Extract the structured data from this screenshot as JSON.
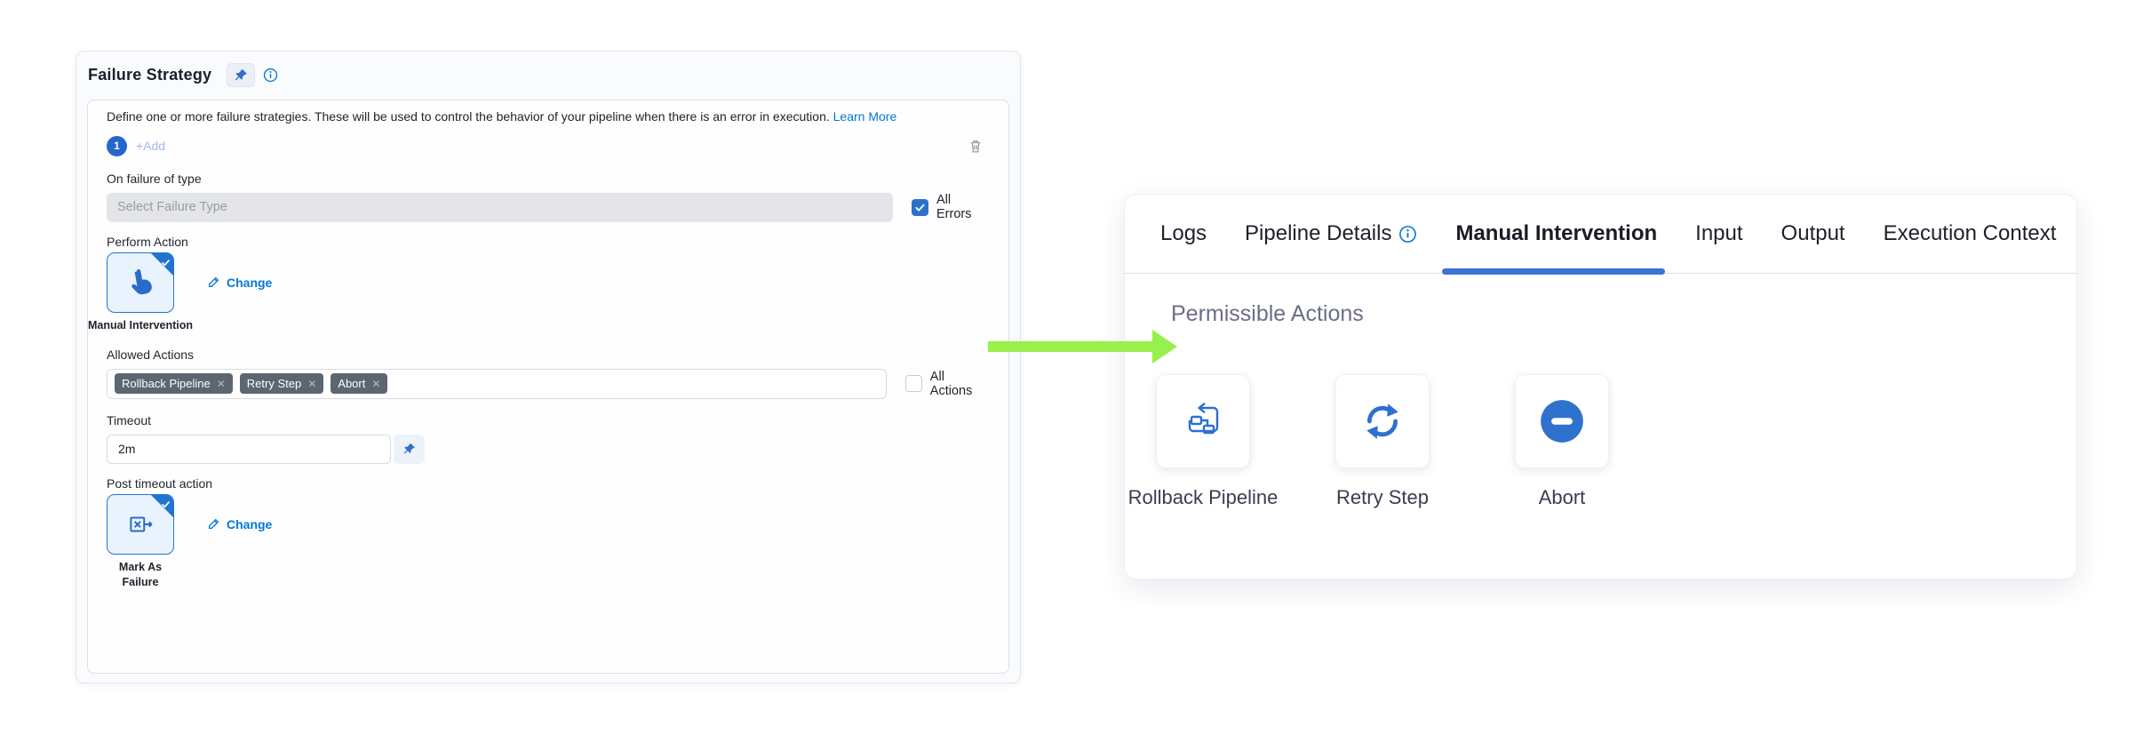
{
  "left_panel": {
    "title": "Failure Strategy",
    "description": "Define one or more failure strategies. These will be used to control the behavior of your pipeline when there is an error in execution.",
    "learn_more_label": "Learn More",
    "strategy_badge": "1",
    "add_label": "+Add",
    "on_failure_label": "On failure of type",
    "failure_type_placeholder": "Select Failure Type",
    "all_errors_label": "All Errors",
    "perform_action_label": "Perform Action",
    "perform_action_value": "Manual Intervention",
    "change_label": "Change",
    "allowed_actions_label": "Allowed Actions",
    "allowed_actions_tags": [
      "Rollback Pipeline",
      "Retry Step",
      "Abort"
    ],
    "tag_remove_glyph": "✕",
    "all_actions_label": "All Actions",
    "timeout_label": "Timeout",
    "timeout_value": "2m",
    "post_timeout_label": "Post timeout action",
    "post_timeout_value": "Mark As Failure"
  },
  "right_panel": {
    "tabs": [
      {
        "label": "Logs",
        "active": false
      },
      {
        "label": "Pipeline Details",
        "active": false,
        "info_icon": true
      },
      {
        "label": "Manual Intervention",
        "active": true
      },
      {
        "label": "Input",
        "active": false
      },
      {
        "label": "Output",
        "active": false
      },
      {
        "label": "Execution Context",
        "active": false
      }
    ],
    "section_title": "Permissible Actions",
    "actions": [
      {
        "label": "Rollback Pipeline",
        "icon": "rollback-pipeline-icon"
      },
      {
        "label": "Retry Step",
        "icon": "retry-step-icon"
      },
      {
        "label": "Abort",
        "icon": "abort-icon"
      }
    ]
  },
  "colors": {
    "accent_blue": "#0278d5",
    "icon_blue": "#2e6fd1",
    "active_tab_underline": "#3b72d6",
    "tag_background": "#5b6670",
    "arrow_green": "#98f04c",
    "checkbox_blue": "#2e71cb",
    "disabled_input": "#e4e5e9"
  }
}
